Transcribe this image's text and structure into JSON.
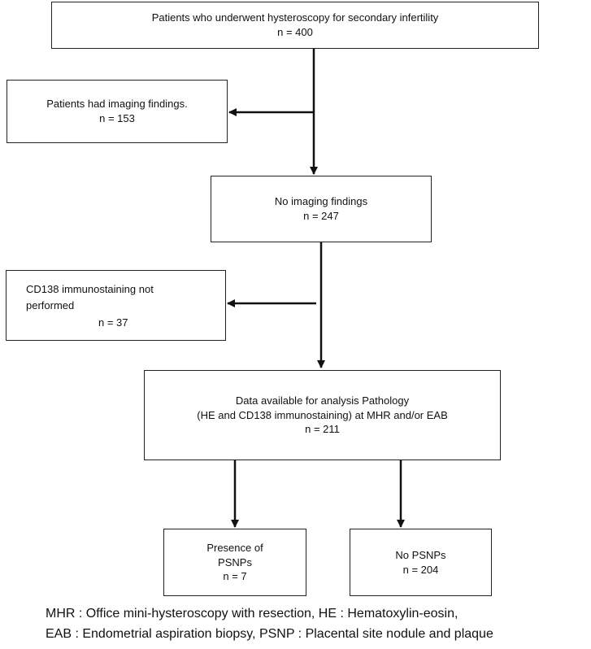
{
  "boxes": {
    "total": {
      "title": "Patients who underwent hysteroscopy for secondary infertility",
      "n": "n = 400"
    },
    "imaging": {
      "title": "Patients had imaging findings.",
      "n": "n = 153"
    },
    "no_imaging": {
      "title": "No imaging findings",
      "n": "n = 247"
    },
    "cd138_not_performed": {
      "title_line1": "CD138 immunostaining not",
      "title_line2": "performed",
      "n": "n = 37"
    },
    "analysis": {
      "title_line1": "Data available for analysis  Pathology",
      "title_line2": "(HE and CD138 immunostaining) at MHR and/or EAB",
      "n": "n = 211"
    },
    "psnp_present": {
      "title_line1": "Presence of",
      "title_line2": "PSNPs",
      "n": "n = 7"
    },
    "psnp_absent": {
      "title": "No PSNPs",
      "n": "n = 204"
    }
  },
  "footnote": {
    "line1": "MHR : Office mini-hysteroscopy with resection, HE : Hematoxylin-eosin,",
    "line2": "EAB : Endometrial  aspiration biopsy, PSNP : Placental site nodule and plaque"
  },
  "colors": {
    "stroke": "#222222",
    "background": "#ffffff"
  }
}
